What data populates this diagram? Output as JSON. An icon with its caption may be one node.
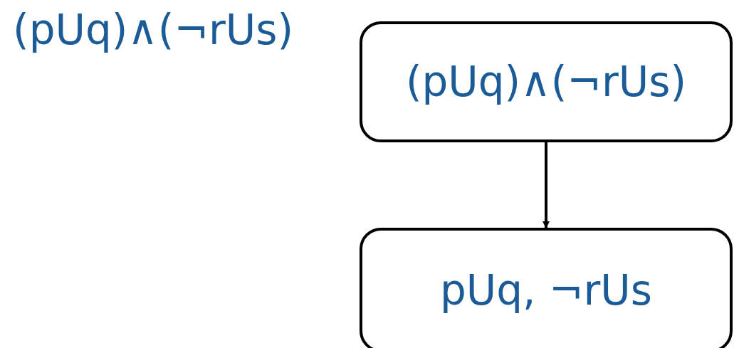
{
  "diagram": {
    "nodes": [
      {
        "text": [
          "(pUq)∧(¬rUs)"
        ]
      },
      {
        "text": [
          "pUq, ¬rUs"
        ]
      }
    ],
    "edges": [
      {
        "from": 0,
        "to": 1,
        "arrow": "to"
      }
    ],
    "labels": [
      "(pUq)∧(¬rUs)"
    ]
  }
}
